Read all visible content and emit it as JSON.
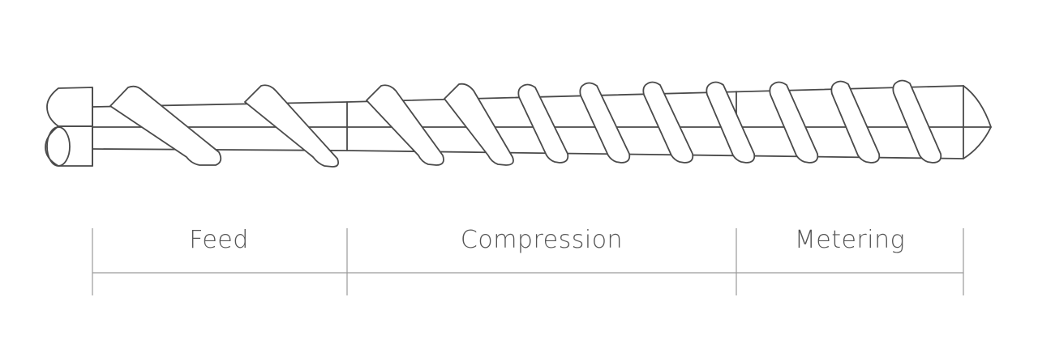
{
  "zones": [
    {
      "label": "Feed"
    },
    {
      "label": "Compression"
    },
    {
      "label": "Metering"
    }
  ],
  "colors": {
    "stroke": "#4a4a4a",
    "dimension_line": "#9a9a9a",
    "label_text": "#555555",
    "background": "#ffffff"
  }
}
